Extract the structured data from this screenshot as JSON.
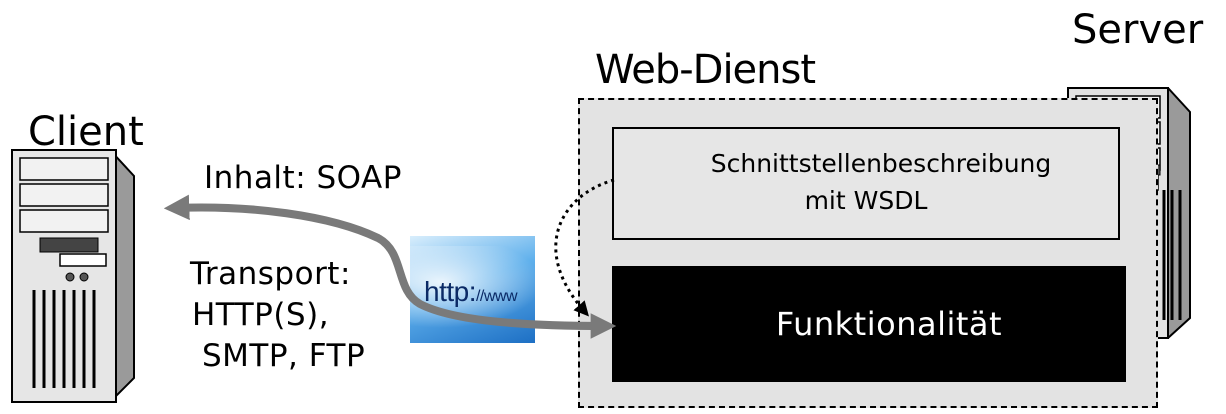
{
  "titles": {
    "client": "Client",
    "server": "Server",
    "web_service": "Web-Dienst"
  },
  "labels": {
    "content": "Inhalt: SOAP",
    "transport_line1": "Transport:",
    "transport_line2": "HTTP(S),",
    "transport_line3": "SMTP, FTP"
  },
  "boxes": {
    "interface_line1": "Schnittstellenbeschreibung",
    "interface_line2": "mit WSDL",
    "functionality": "Funktionalität"
  },
  "image": {
    "url_text_main": "http:",
    "url_text_small": "//www"
  },
  "icons": [
    "client-tower-icon",
    "server-tower-icon",
    "http-url-image"
  ],
  "colors": {
    "tower_light": "#e8e8e8",
    "tower_mid": "#a9a9a9",
    "tower_dark": "#5a5a5a",
    "arrow": "#7a7a7a",
    "box_fill": "#e3e3e3",
    "functionality_fill": "#000000"
  }
}
